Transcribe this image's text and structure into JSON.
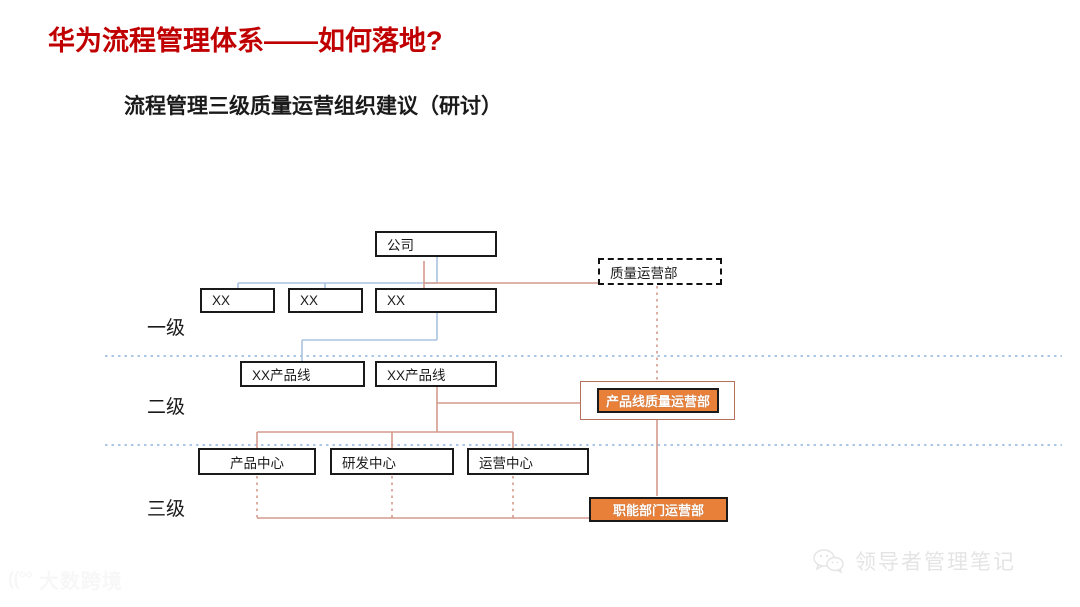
{
  "slide": {
    "main_title": "华为流程管理体系——如何落地?",
    "sub_title": "流程管理三级质量运营组织建议（研讨）",
    "accent_red": "#c00000",
    "accent_orange": "#e8803a",
    "connector_blue": "#a9c2dd",
    "connector_salmon": "#d49a8e"
  },
  "diagram": {
    "tier_labels": [
      {
        "label": "一级"
      },
      {
        "label": "二级"
      },
      {
        "label": "三级"
      }
    ],
    "nodes": {
      "company": "公司",
      "unit_1": "XX",
      "unit_2": "XX",
      "unit_3": "XX",
      "product_line_1": "XX产品线",
      "product_line_2": "XX产品线",
      "center_product": "产品中心",
      "center_rd": "研发中心",
      "center_ops": "运营中心",
      "quality_ops_dept": "质量运营部",
      "product_line_quality_ops": "产品线质量运营部",
      "function_dept_ops": "职能部门运营部"
    }
  },
  "watermarks": {
    "left": {
      "mark": "((°°",
      "text": "大数跨境"
    },
    "right": {
      "icon": "wechat-icon",
      "text": "领导者管理笔记"
    }
  }
}
